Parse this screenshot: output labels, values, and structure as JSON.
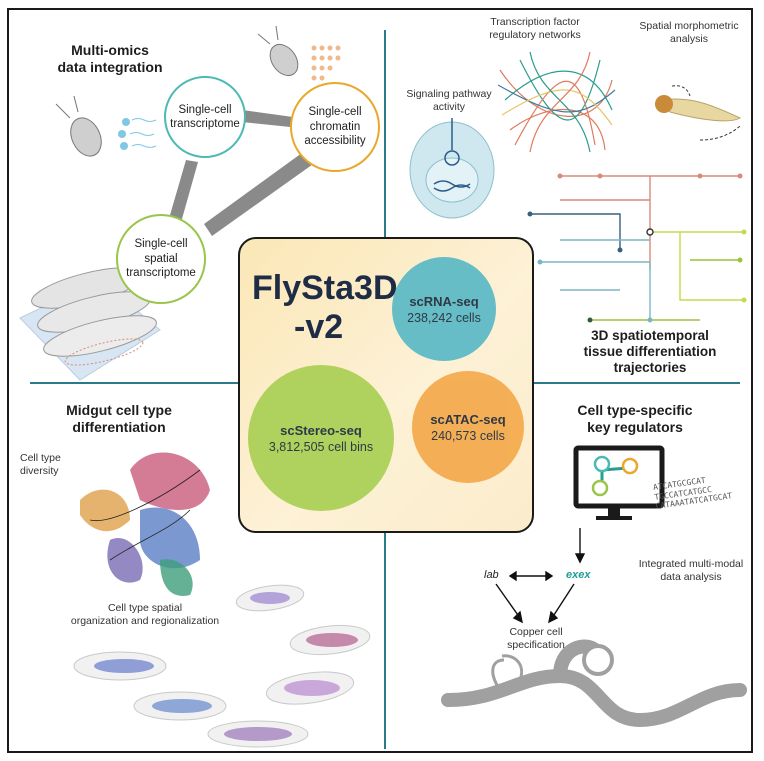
{
  "center": {
    "title_line1": "FlySta3D",
    "title_line2": "-v2",
    "datasets": [
      {
        "name": "scRNA-seq",
        "count": "238,242 cells",
        "color": "#5bb9c6"
      },
      {
        "name": "scStereo-seq",
        "count": "3,812,505 cell bins",
        "color": "#a9cf54"
      },
      {
        "name": "scATAC-seq",
        "count": "240,573 cells",
        "color": "#f4aa4c"
      }
    ]
  },
  "top_left": {
    "heading_line1": "Multi-omics",
    "heading_line2": "data integration",
    "nodes": [
      {
        "label_line1": "Single-cell",
        "label_line2": "transcriptome",
        "label_line3": "",
        "color": "#4bb9b4"
      },
      {
        "label_line1": "Single-cell",
        "label_line2": "chromatin",
        "label_line3": "accessibility",
        "color": "#e8a92a"
      },
      {
        "label_line1": "Single-cell",
        "label_line2": "spatial",
        "label_line3": "transcriptome",
        "color": "#98c64a"
      }
    ]
  },
  "top_right": {
    "tf_label_line1": "Transcription factor",
    "tf_label_line2": "regulatory networks",
    "morpho_label_line1": "Spatial morphometric",
    "morpho_label_line2": "analysis",
    "signal_label_line1": "Signaling pathway",
    "signal_label_line2": "activity",
    "heading_line1": "3D spatiotemporal",
    "heading_line2": "tissue differentiation",
    "heading_line3": "trajectories"
  },
  "bottom_left": {
    "heading_line1": "Midgut cell type",
    "heading_line2": "differentiation",
    "diversity_line1": "Cell type",
    "diversity_line2": "diversity",
    "spatial_line1": "Cell type spatial",
    "spatial_line2": "organization and regionalization"
  },
  "bottom_right": {
    "heading_line1": "Cell type-specific",
    "heading_line2": "key regulators",
    "gene_a": "lab",
    "gene_b": "exex",
    "integrated_line1": "Integrated multi-modal",
    "integrated_line2": "data analysis",
    "copper_line1": "Copper cell",
    "copper_line2": "specification",
    "sequences": [
      "ATCATGCGCAT",
      "TGCCATCATGCC",
      "CATAAATATCATGCAT"
    ],
    "gene_b_color": "#1f9e9a"
  }
}
